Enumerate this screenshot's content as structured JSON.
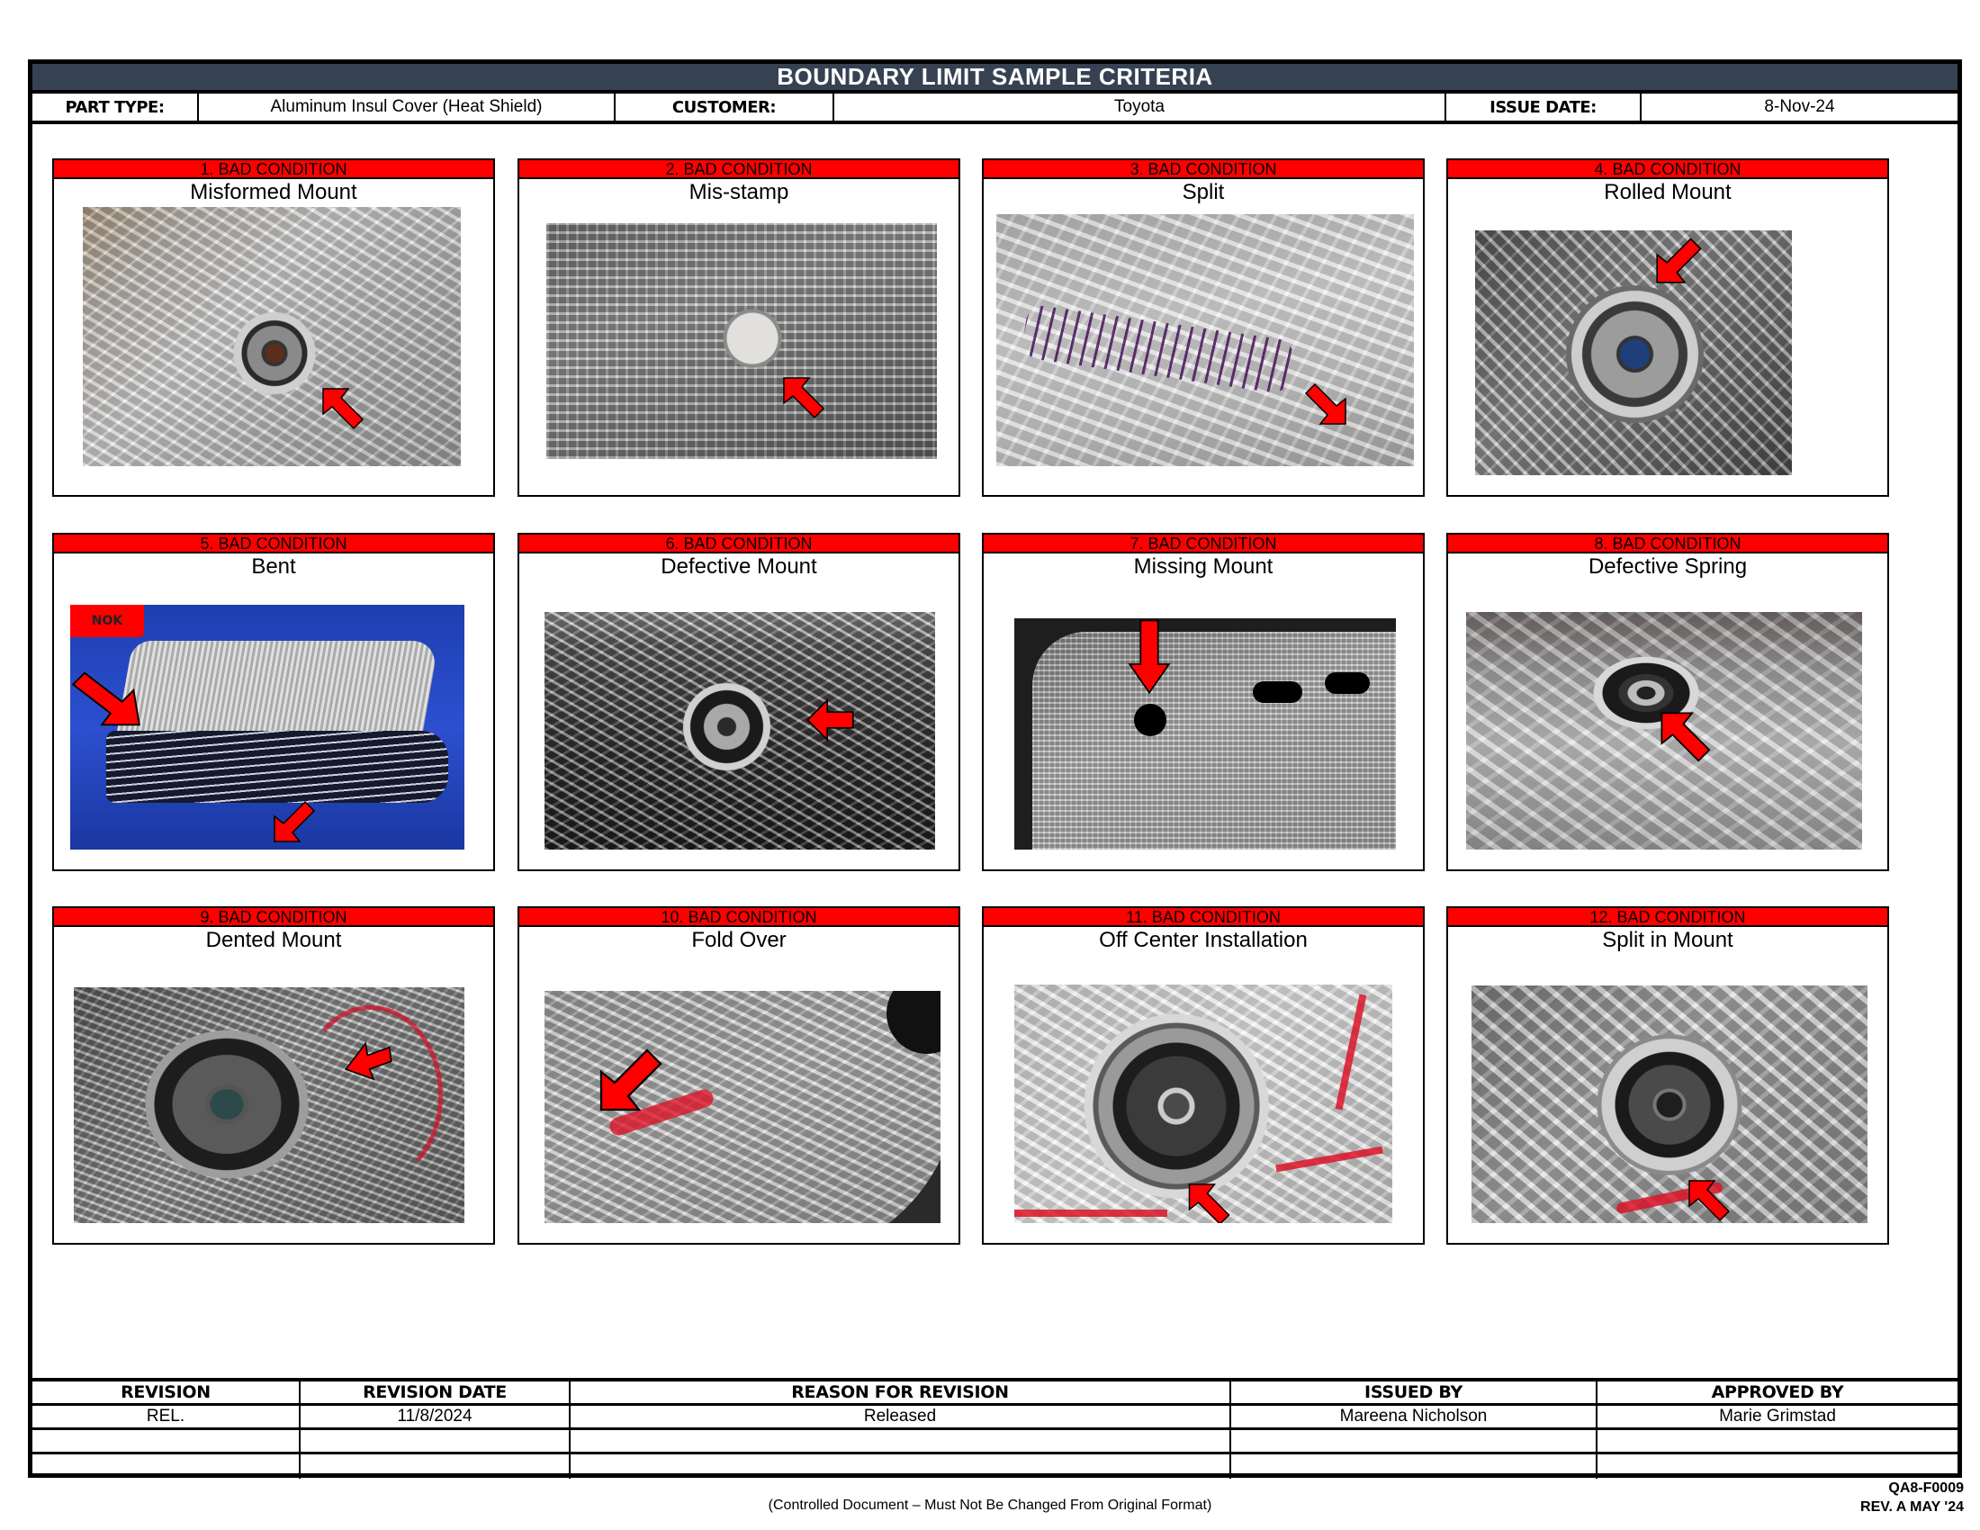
{
  "header": {
    "title": "BOUNDARY LIMIT SAMPLE  CRITERIA",
    "part_type_label": "PART TYPE:",
    "part_type_value": "Aluminum Insul Cover (Heat Shield)",
    "customer_label": "CUSTOMER:",
    "customer_value": "Toyota",
    "issue_date_label": "ISSUE DATE:",
    "issue_date_value": "8-Nov-24"
  },
  "colors": {
    "title_bar": "#364152",
    "condition_header": "#ff0000",
    "arrow": "#ff0000",
    "border": "#000000"
  },
  "conditions": [
    {
      "header": "1. BAD CONDITION",
      "title": "Misformed Mount"
    },
    {
      "header": "2. BAD CONDITION",
      "title": "Mis-stamp"
    },
    {
      "header": "3. BAD CONDITION",
      "title": "Split"
    },
    {
      "header": "4. BAD CONDITION",
      "title": "Rolled Mount"
    },
    {
      "header": "5. BAD CONDITION",
      "title": "Bent",
      "badge": "NOK"
    },
    {
      "header": "6. BAD CONDITION",
      "title": "Defective Mount"
    },
    {
      "header": "7. BAD CONDITION",
      "title": "Missing Mount"
    },
    {
      "header": "8. BAD CONDITION",
      "title": "Defective Spring"
    },
    {
      "header": "9. BAD CONDITION",
      "title": "Dented Mount"
    },
    {
      "header": "10. BAD CONDITION",
      "title": "Fold Over"
    },
    {
      "header": "11. BAD CONDITION",
      "title": "Off Center Installation"
    },
    {
      "header": "12. BAD CONDITION",
      "title": "Split in Mount"
    }
  ],
  "revision_table": {
    "headers": [
      "REVISION",
      "REVISION DATE",
      "REASON FOR REVISION",
      "ISSUED BY",
      "APPROVED BY"
    ],
    "rows": [
      [
        "REL.",
        "11/8/2024",
        "Released",
        "Mareena Nicholson",
        "Marie Grimstad"
      ],
      [
        "",
        "",
        "",
        "",
        ""
      ],
      [
        "",
        "",
        "",
        "",
        ""
      ]
    ]
  },
  "footer": {
    "note": "(Controlled Document – Must Not Be Changed From Original Format)",
    "form_number": "QA8-F0009",
    "form_revision": "REV. A MAY '24"
  }
}
